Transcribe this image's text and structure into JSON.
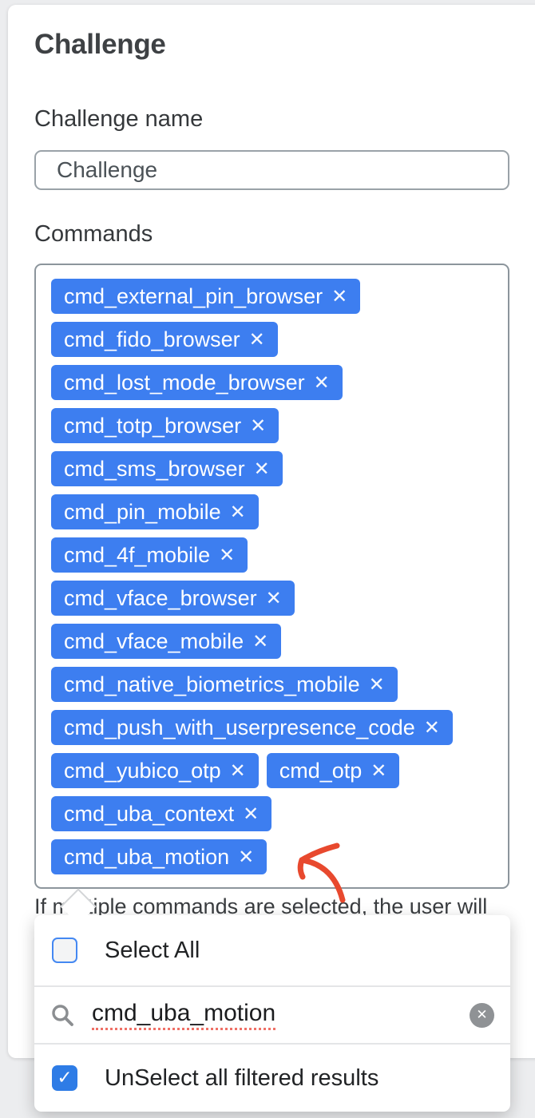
{
  "card": {
    "title": "Challenge",
    "challenge_name": {
      "label": "Challenge name",
      "value": "Challenge"
    },
    "commands": {
      "label": "Commands",
      "chip_color": "#3d7ef0",
      "remove_icon": "✕",
      "rows": [
        [
          "cmd_external_pin_browser"
        ],
        [
          "cmd_fido_browser"
        ],
        [
          "cmd_lost_mode_browser"
        ],
        [
          "cmd_totp_browser"
        ],
        [
          "cmd_sms_browser"
        ],
        [
          "cmd_pin_mobile"
        ],
        [
          "cmd_4f_mobile"
        ],
        [
          "cmd_vface_browser"
        ],
        [
          "cmd_vface_mobile"
        ],
        [
          "cmd_native_biometrics_mobile"
        ],
        [
          "cmd_push_with_userpresence_code"
        ],
        [
          "cmd_yubico_otp",
          "cmd_otp"
        ],
        [
          "cmd_uba_context"
        ],
        [
          "cmd_uba_motion"
        ]
      ]
    },
    "help_text": "If multiple commands are selected, the user will"
  },
  "dropdown": {
    "select_all": {
      "label": "Select All",
      "checked": false
    },
    "search": {
      "value": "cmd_uba_motion",
      "clear_icon": "✕"
    },
    "unselect_filtered": {
      "label": "UnSelect all filtered results",
      "checked": true
    },
    "check_icon": "✓"
  },
  "annotation": {
    "arrow_color": "#e8492e"
  }
}
